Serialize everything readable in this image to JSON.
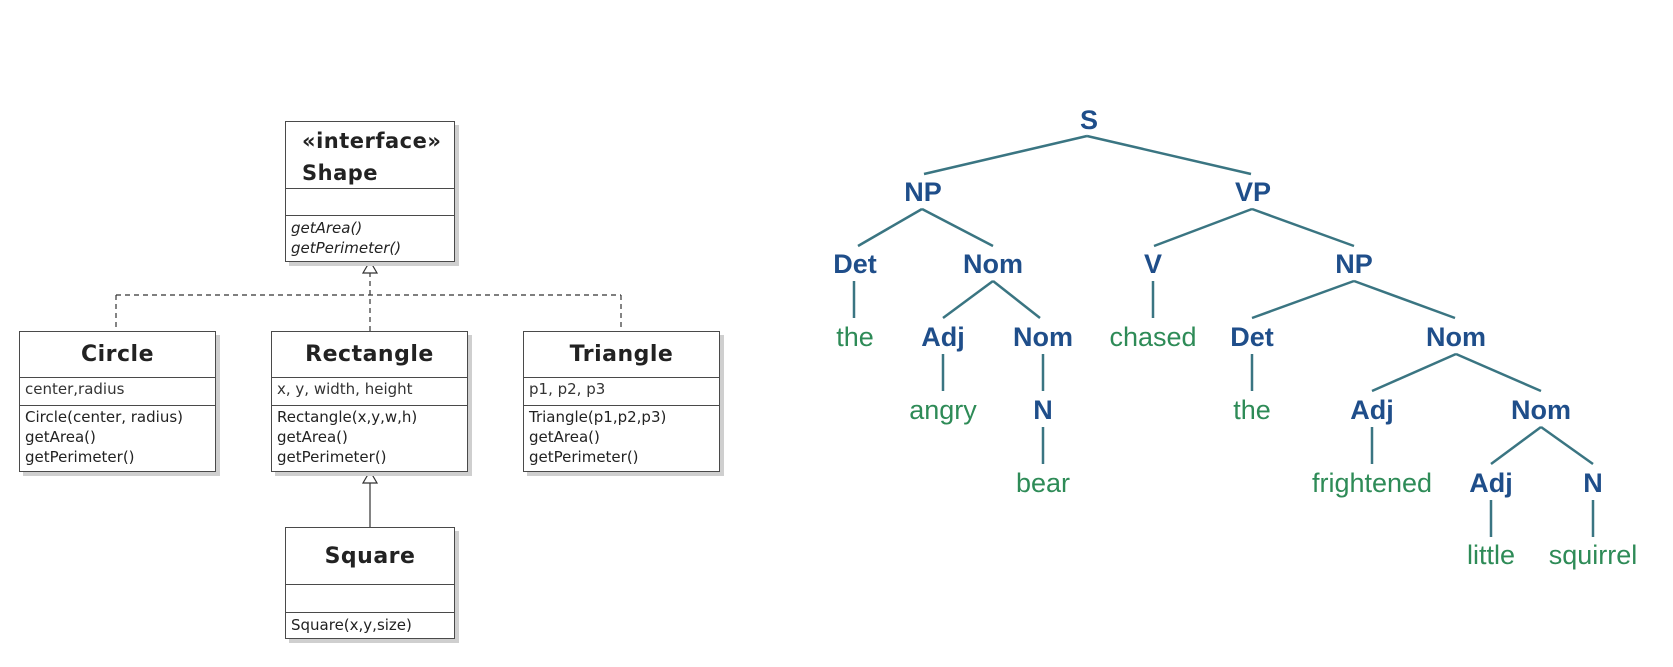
{
  "uml": {
    "shape": {
      "stereotype": "«interface»",
      "name": "Shape",
      "operations": [
        "getArea()",
        "getPerimeter()"
      ]
    },
    "circle": {
      "name": "Circle",
      "attributes": "center,radius",
      "operations": [
        "Circle(center, radius)",
        "getArea()",
        "getPerimeter()"
      ]
    },
    "rectangle": {
      "name": "Rectangle",
      "attributes": "x, y, width, height",
      "operations": [
        "Rectangle(x,y,w,h)",
        "getArea()",
        "getPerimeter()"
      ]
    },
    "triangle": {
      "name": "Triangle",
      "attributes": "p1, p2, p3",
      "operations": [
        "Triangle(p1,p2,p3)",
        "getArea()",
        "getPerimeter()"
      ]
    },
    "square": {
      "name": "Square",
      "operations": [
        "Square(x,y,size)"
      ]
    }
  },
  "parse_tree": {
    "s": "S",
    "np1": "NP",
    "vp": "VP",
    "det1": "Det",
    "nom1": "Nom",
    "v": "V",
    "np2": "NP",
    "the1": "the",
    "adj1": "Adj",
    "nom2": "Nom",
    "chased": "chased",
    "det2": "Det",
    "nom3": "Nom",
    "angry": "angry",
    "n1": "N",
    "the2": "the",
    "adj2": "Adj",
    "nom4": "Nom",
    "bear": "bear",
    "frightened": "frightened",
    "adj3": "Adj",
    "n2": "N",
    "little": "little",
    "squirrel": "squirrel"
  },
  "colors": {
    "nonterminal": "#1f4e8a",
    "terminal": "#2e8b57",
    "edge": "#3a7582",
    "uml_border": "#4a4a4a"
  }
}
